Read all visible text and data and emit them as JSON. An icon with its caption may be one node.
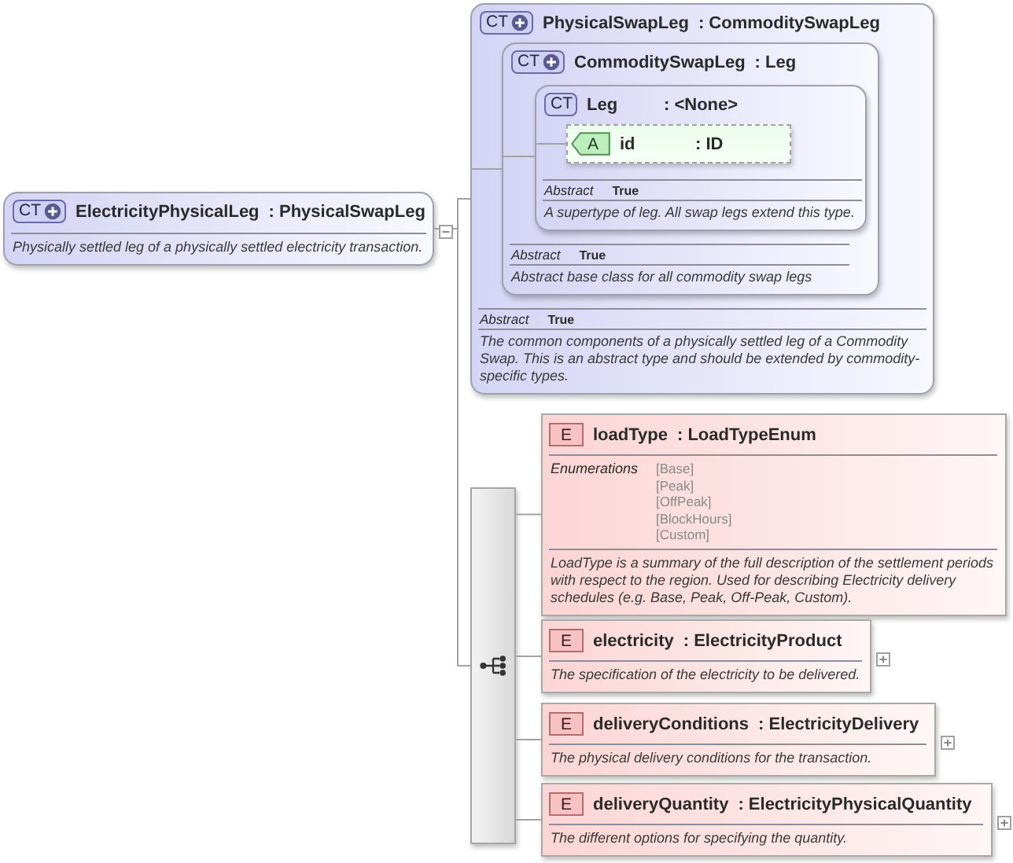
{
  "diagram": {
    "nodes": [
      {
        "text": [
          "CT",
          "ElectricityPhysicalLeg",
          ": PhysicalSwapLeg",
          "Physically settled leg of a physically settled electricity transaction."
        ]
      },
      {
        "text": [
          "CT",
          "PhysicalSwapLeg",
          ": CommoditySwapLeg",
          "Abstract",
          "True",
          "The common components of a physically settled leg of a Commodity Swap. This is an abstract type and should be extended by commodity-specific types."
        ]
      },
      {
        "text": [
          "CT",
          "CommoditySwapLeg",
          ": Leg",
          "Abstract",
          "True",
          "Abstract base class for all commodity swap legs"
        ],
        "in": 1
      },
      {
        "text": [
          "CT",
          "Leg",
          ": <None>",
          "Abstract",
          "True",
          "A supertype of leg. All swap legs extend this type."
        ],
        "in": 2
      },
      {
        "text": [
          "A",
          "id",
          ": ID"
        ],
        "in": 3
      },
      {
        "text": [],
        "shape": "bar"
      },
      {
        "text": [
          "E",
          "loadType",
          ": LoadTypeEnum",
          "Enumerations",
          "[Base]",
          "[Peak]",
          "[OffPeak]",
          "[BlockHours]",
          "[Custom]",
          "LoadType is a summary of the full description of the settlement periods with respect to the region. Used for describing Electricity delivery schedules (e.g. Base, Peak, Off-Peak, Custom)."
        ]
      },
      {
        "text": [
          "E",
          "electricity",
          ": ElectricityProduct",
          "The specification of the electricity to be delivered."
        ]
      },
      {
        "text": [
          "E",
          "deliveryConditions",
          ": ElectricityDelivery",
          "The physical delivery conditions for the transaction."
        ]
      },
      {
        "text": [
          "E",
          "deliveryQuantity",
          ": ElectricityPhysicalQuantity",
          "The different options for specifying the quantity."
        ]
      }
    ],
    "edges": [
      {
        "from": 0,
        "to": 1,
        "arrow": "none"
      },
      {
        "from": 0,
        "to": 5,
        "arrow": "none"
      },
      {
        "from": 1,
        "to": 2,
        "arrow": "none"
      },
      {
        "from": 2,
        "to": 3,
        "arrow": "none"
      },
      {
        "from": 3,
        "to": 4,
        "arrow": "none"
      },
      {
        "from": 5,
        "to": 6,
        "arrow": "none"
      },
      {
        "from": 5,
        "to": 7,
        "arrow": "none"
      },
      {
        "from": 5,
        "to": 8,
        "arrow": "none"
      },
      {
        "from": 5,
        "to": 9,
        "arrow": "none"
      }
    ]
  }
}
